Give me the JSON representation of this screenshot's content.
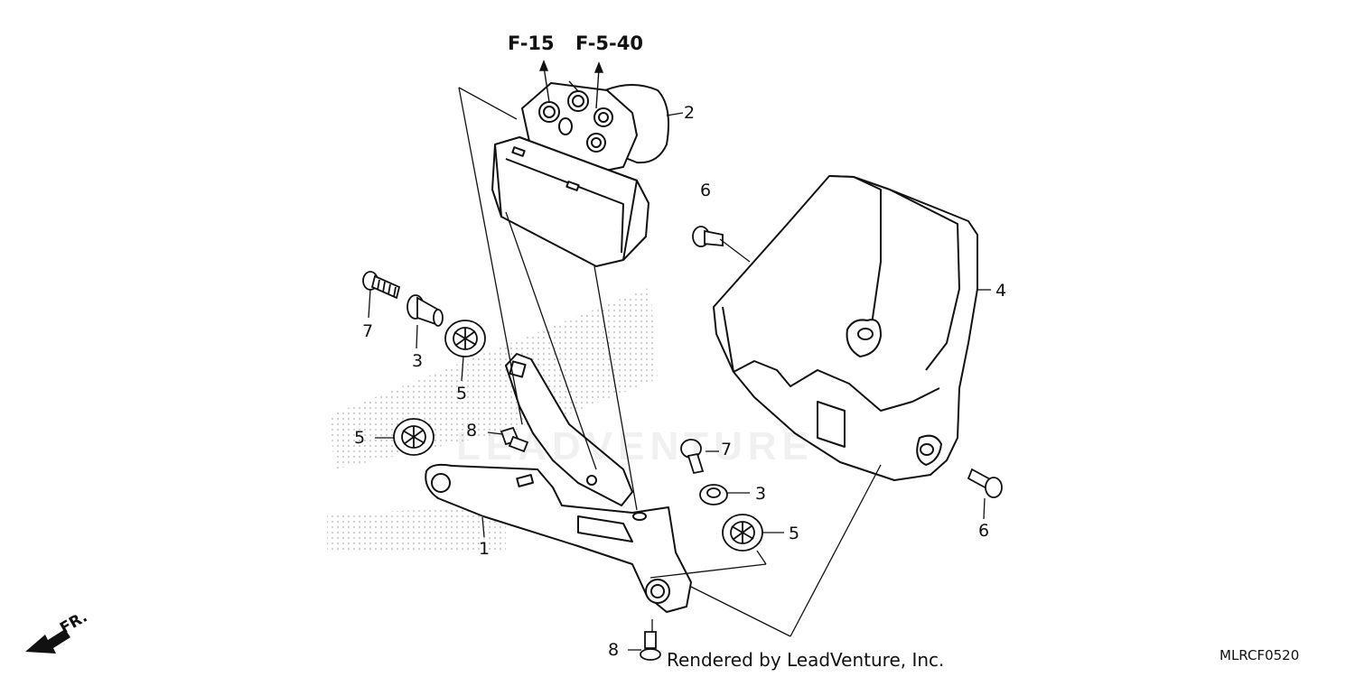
{
  "references": {
    "ref_a": "F-15",
    "ref_b": "F-5-40"
  },
  "callouts": {
    "c1": "1",
    "c2": "2",
    "c3a": "3",
    "c3b": "3",
    "c4": "4",
    "c5a": "5",
    "c5b": "5",
    "c5c": "5",
    "c6a": "6",
    "c6b": "6",
    "c7a": "7",
    "c7b": "7",
    "c8a": "8",
    "c8b": "8"
  },
  "direction": {
    "front": "FR."
  },
  "watermark": {
    "text": "LEADVENTURE"
  },
  "footer": {
    "credit": "Rendered by LeadVenture, Inc.",
    "diagram_code": "MLRCF0520"
  }
}
